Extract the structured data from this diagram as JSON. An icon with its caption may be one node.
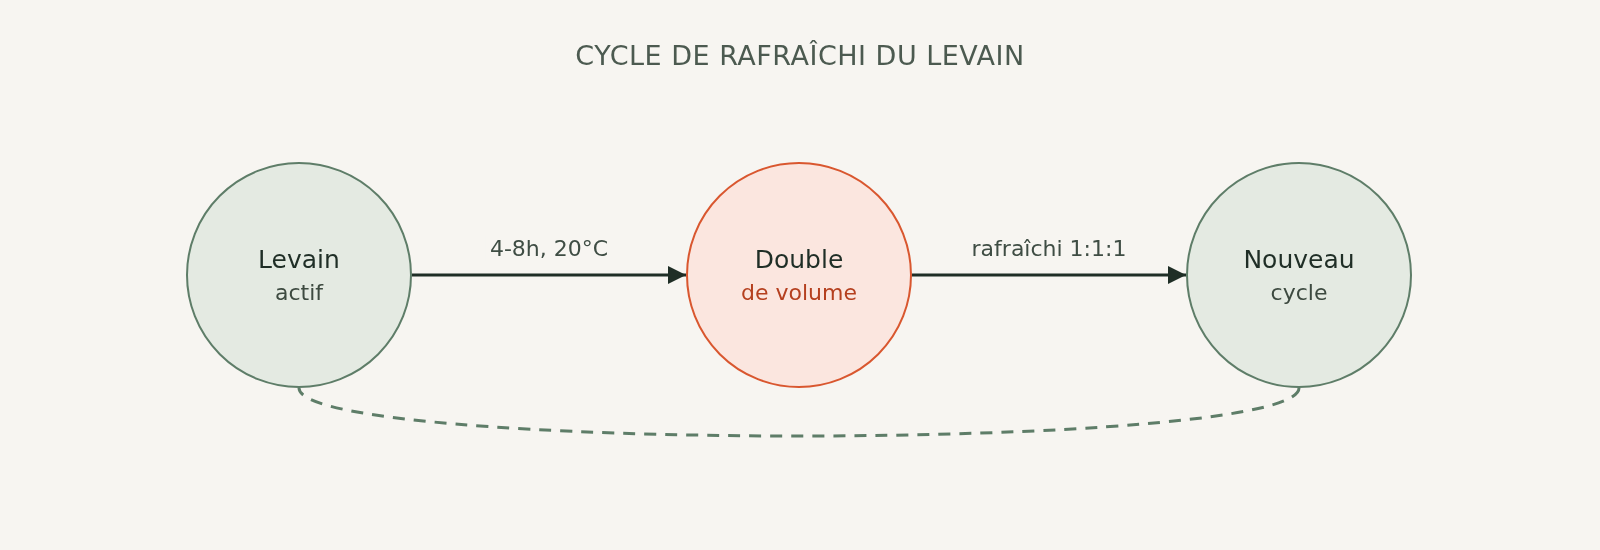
{
  "diagram": {
    "title": "CYCLE DE RAFRAÎCHI DU LEVAIN",
    "nodes": [
      {
        "text": [
          "Levain",
          "actif"
        ]
      },
      {
        "text": [
          "Double",
          "de volume"
        ]
      },
      {
        "text": [
          "Nouveau",
          "cycle"
        ]
      }
    ],
    "edges": [
      {
        "from": 0,
        "to": 1,
        "arrow": "to",
        "label": "4-8h, 20°C"
      },
      {
        "from": 1,
        "to": 2,
        "arrow": "to",
        "label": "rafraîchi 1:1:1"
      },
      {
        "from": 2,
        "to": 0,
        "arrow": "none",
        "style": "dashed",
        "color": "#5e7d68"
      }
    ]
  }
}
